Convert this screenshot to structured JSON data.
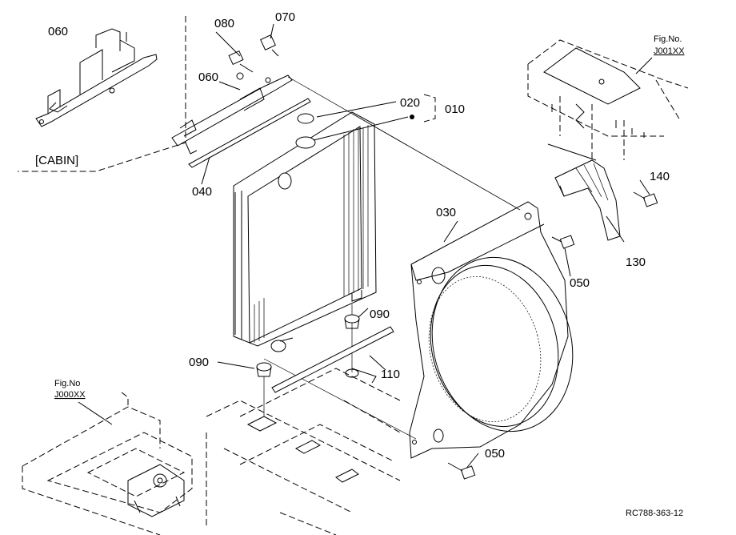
{
  "parts": {
    "p060a": "060",
    "p080": "080",
    "p070": "070",
    "p060b": "060",
    "p020": "020",
    "p010": "010",
    "p040": "040",
    "p030": "030",
    "p140": "140",
    "p130": "130",
    "p050a": "050",
    "p050b": "050",
    "p090a": "090",
    "p090b": "090",
    "p110": "110"
  },
  "refs": {
    "cabin": "[CABIN]",
    "fig_right_label": "Fig.No.",
    "fig_right_code": "J001XX",
    "fig_left_label": "Fig.No",
    "fig_left_code": "J000XX"
  },
  "drawing_code": "RC788-363-12"
}
